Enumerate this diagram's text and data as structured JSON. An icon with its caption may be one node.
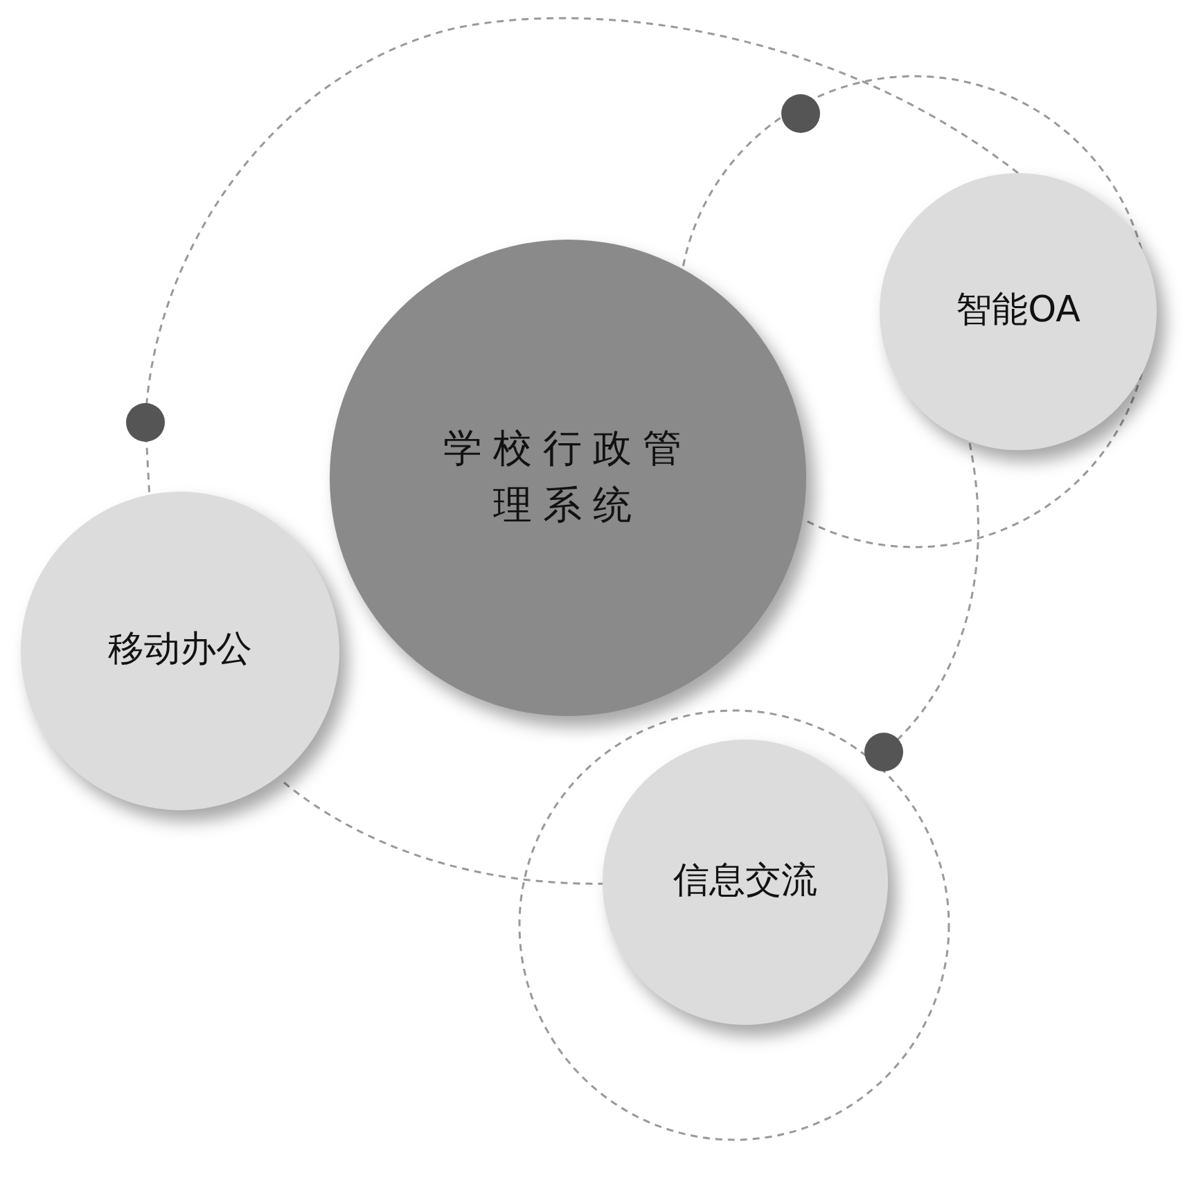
{
  "diagram": {
    "nodes": [
      {
        "text": [
          "学校行政管理系统"
        ]
      },
      {
        "text": [
          "智能OA"
        ]
      },
      {
        "text": [
          "移动办公"
        ]
      },
      {
        "text": [
          "信息交流"
        ]
      }
    ]
  }
}
